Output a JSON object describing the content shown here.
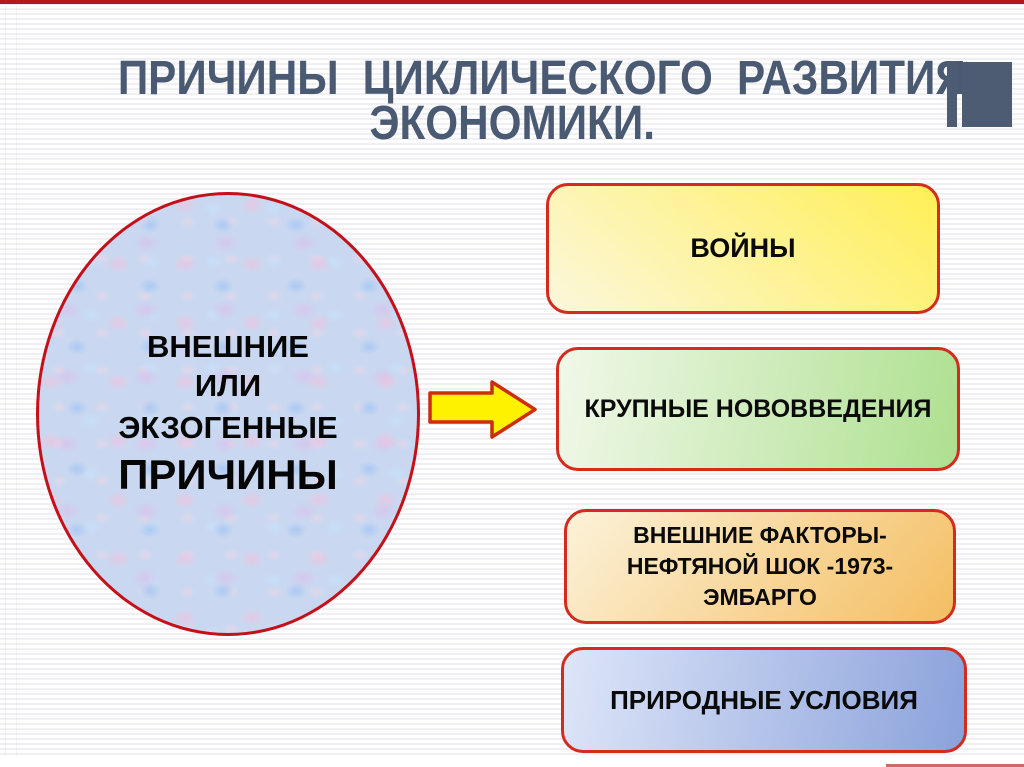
{
  "slide": {
    "title": {
      "line1": "ПРИЧИНЫ ЦИКЛИЧЕСКОГО РАЗВИТИЯ",
      "line2": "ЭКОНОМИКИ."
    },
    "ellipse": {
      "lines": [
        "ВНЕШНИЕ",
        "ИЛИ",
        "ЭКЗОГЕННЫЕ",
        "ПРИЧИНЫ"
      ]
    },
    "boxes": [
      {
        "label": "ВОЙНЫ",
        "gradient": {
          "angle": "40deg",
          "from": "#FCF7DD",
          "to": "#FFEF55"
        }
      },
      {
        "label": "КРУПНЫЕ НОВОВВЕДЕНИЯ",
        "gradient": {
          "angle": "100deg",
          "from": "#F1F8E9",
          "to": "#AEE090"
        }
      },
      {
        "label": "ВНЕШНИЕ ФАКТОРЫ-\nНЕФТЯНОЙ ШОК -1973-\nЭМБАРГО",
        "gradient": {
          "angle": "130deg",
          "from": "#FCF2D9",
          "to": "#F4BE62"
        }
      },
      {
        "label": "ПРИРОДНЫЕ УСЛОВИЯ",
        "gradient": {
          "angle": "100deg",
          "from": "#DDE5F8",
          "to": "#8BA2DB"
        }
      }
    ],
    "colors": {
      "title_color": "#4A5A72",
      "deco_color": "#4D5C72",
      "accent_border": "#D52B1E",
      "ellipse_border": "#C41019",
      "ellipse_fill": "#C9D8F0",
      "arrow_fill": "#FFF200",
      "arrow_border": "#CE2D05",
      "top_line": "#B51818",
      "bottom_line": "#CE6B66"
    }
  }
}
